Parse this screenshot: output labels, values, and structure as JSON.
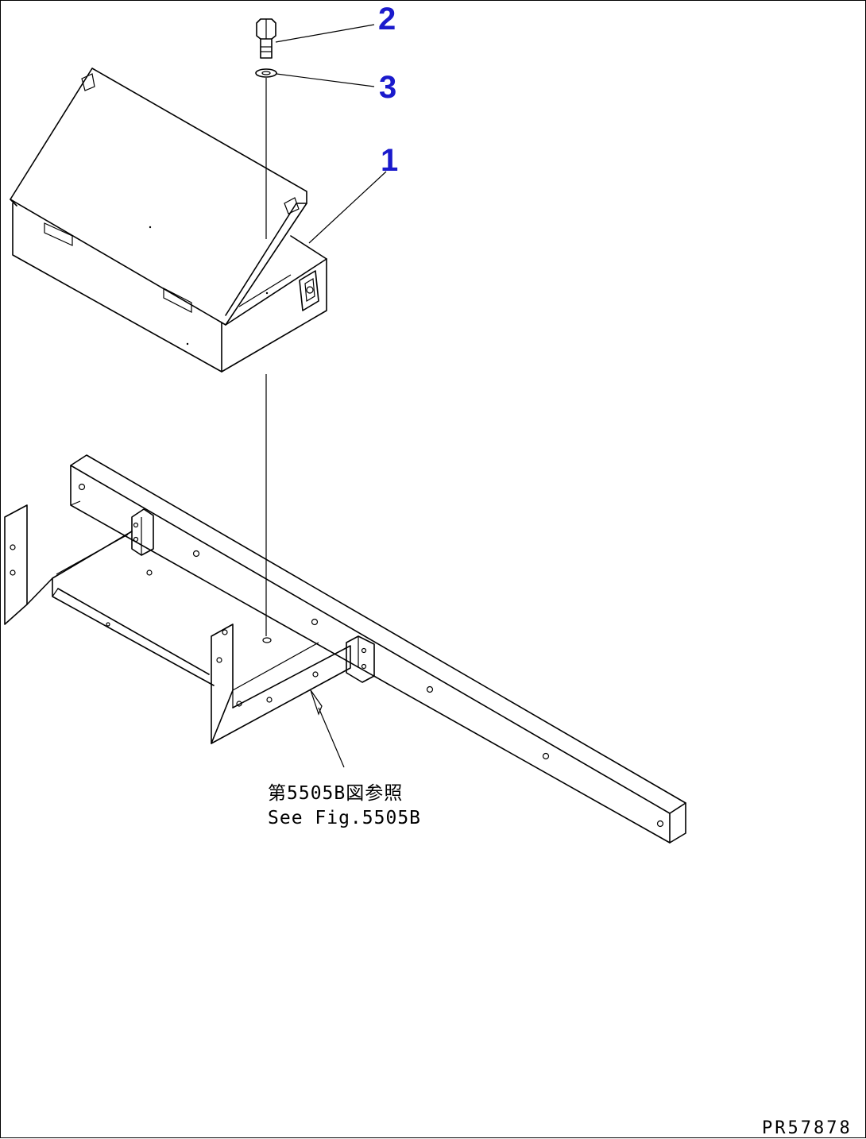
{
  "callouts": [
    {
      "id": "item-1",
      "label": "1"
    },
    {
      "id": "item-2",
      "label": "2"
    },
    {
      "id": "item-3",
      "label": "3"
    }
  ],
  "reference_note": {
    "jp": "第5505B図参照",
    "en": "See Fig.5505B"
  },
  "drawing_code": "PR57878",
  "colors": {
    "callout": "#1a1acc",
    "line": "#000000",
    "background": "#ffffff"
  }
}
